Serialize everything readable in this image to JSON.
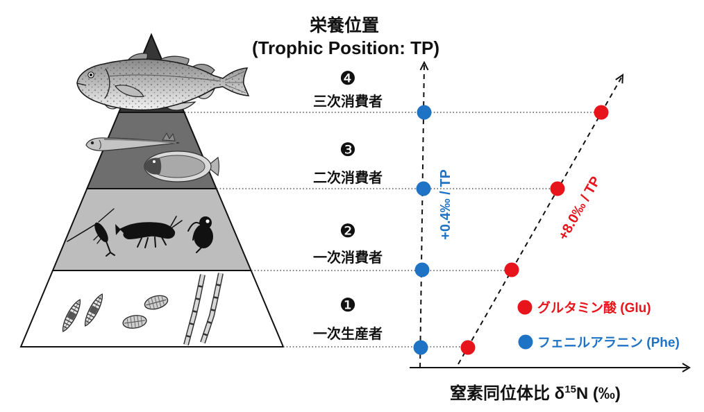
{
  "title": {
    "line1": "栄養位置",
    "line2": "(Trophic Position: TP)"
  },
  "levels": [
    {
      "badge": "❹",
      "label": "三次消費者",
      "icons": [
        "cod-fish-icon"
      ]
    },
    {
      "badge": "❸",
      "label": "二次消費者",
      "icons": [
        "slender-fish-icon",
        "flatfish-icon"
      ]
    },
    {
      "badge": "❷",
      "label": "一次消費者",
      "icons": [
        "copepod-icon",
        "krill-icon",
        "water-flea-icon"
      ]
    },
    {
      "badge": "❶",
      "label": "一次生産者",
      "icons": [
        "pennate-diatom-icon",
        "oval-diatom-icon",
        "filamentous-diatom-icon"
      ]
    }
  ],
  "series": {
    "glu": {
      "name": "グルタミン酸 (Glu)",
      "rate_label": "+8.0‰ / TP",
      "color": "#e8141b"
    },
    "phe": {
      "name": "フェニルアラニン (Phe)",
      "rate_label": "+0.4‰ / TP",
      "color": "#1f73c5"
    }
  },
  "x_axis": {
    "label_main": "窒素同位体比 δ",
    "label_superscript": "15",
    "label_tail": "N (‰)"
  },
  "colors": {
    "pyramid_levels": [
      "#363636",
      "#6e6e6e",
      "#bdbdbd",
      "#ffffff"
    ]
  }
}
